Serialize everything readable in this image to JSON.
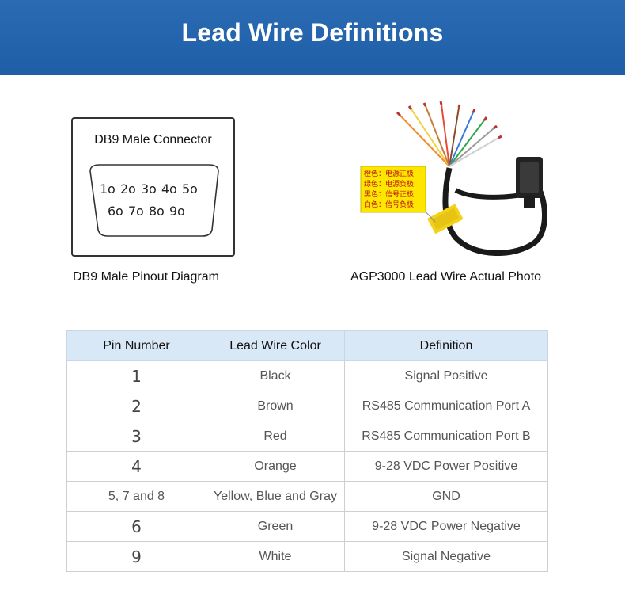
{
  "header": {
    "title": "Lead Wire Definitions"
  },
  "db9": {
    "title": "DB9 Male Connector",
    "row1": [
      "1",
      "2",
      "3",
      "4",
      "5"
    ],
    "row2": [
      "6",
      "7",
      "8",
      "9"
    ],
    "caption": "DB9 Male Pinout Diagram"
  },
  "photo": {
    "label_lines": [
      "橙色：电源正极",
      "绿色：电源负极",
      "黑色：信号正极",
      "白色：信号负极"
    ],
    "caption": "AGP3000 Lead Wire Actual Photo"
  },
  "table": {
    "headers": [
      "Pin Number",
      "Lead Wire Color",
      "Definition"
    ],
    "rows": [
      {
        "pin": "1",
        "color": "Black",
        "definition": "Signal Positive"
      },
      {
        "pin": "2",
        "color": "Brown",
        "definition": "RS485 Communication Port A"
      },
      {
        "pin": "3",
        "color": "Red",
        "definition": "RS485 Communication Port B"
      },
      {
        "pin": "4",
        "color": "Orange",
        "definition": "9-28 VDC Power Positive"
      },
      {
        "pin": "5, 7 and 8",
        "color": "Yellow, Blue and Gray",
        "definition": "GND"
      },
      {
        "pin": "6",
        "color": "Green",
        "definition": "9-28 VDC Power Negative"
      },
      {
        "pin": "9",
        "color": "White",
        "definition": "Signal Negative"
      }
    ]
  },
  "colors": {
    "header_bg": "#2166ae",
    "table_header_bg": "#d8e8f7"
  }
}
